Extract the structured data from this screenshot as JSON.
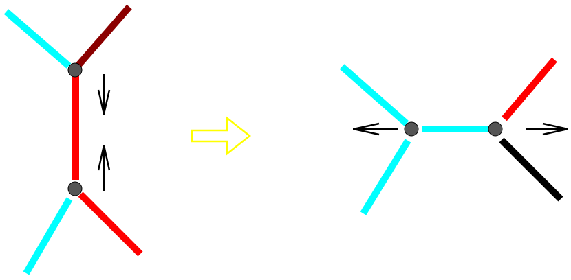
{
  "colors": {
    "cyan": "#00ffff",
    "dark_red": "#8b0000",
    "red": "#ff0000",
    "black": "#000000",
    "node": "#555555",
    "yellow": "#ffff00",
    "background": "#ffffff"
  },
  "panels": {
    "before": {
      "description_icons": [
        "cyan-edge",
        "dark-red-edge",
        "red-edge",
        "cyan-edge",
        "red-edge"
      ],
      "arrows": [
        "down-arrow",
        "up-arrow"
      ]
    },
    "transition": {
      "icon": "right-hollow-arrow-icon"
    },
    "after": {
      "description_icons": [
        "cyan-edge",
        "cyan-edge",
        "cyan-edge",
        "red-edge",
        "black-edge"
      ],
      "arrows": [
        "left-arrow",
        "right-arrow"
      ]
    }
  }
}
